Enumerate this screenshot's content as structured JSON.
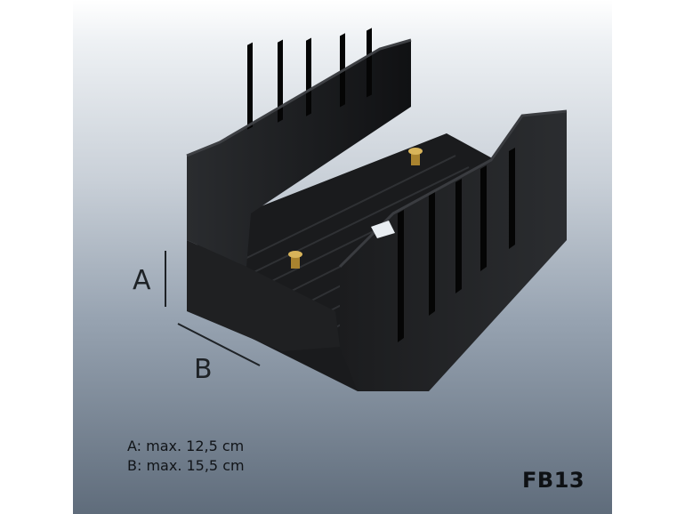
{
  "dimension_labels": {
    "a": "A",
    "b": "B"
  },
  "specs": {
    "a": "A: max. 12,5 cm",
    "b": "B: max. 15,5 cm"
  },
  "product_code": "FB13",
  "colors": {
    "product": "#141414",
    "pin": "#c8a24a",
    "background_top": "#ffffff",
    "background_bottom": "#5f6c7b"
  }
}
